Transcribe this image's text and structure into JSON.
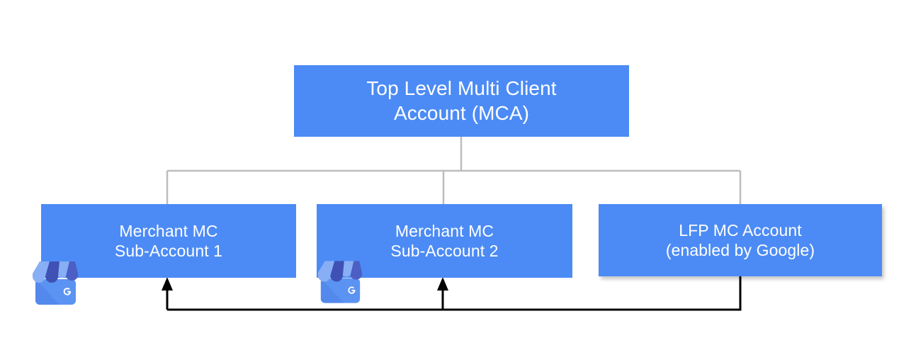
{
  "diagram": {
    "title": "Google Merchant Center account hierarchy",
    "background_color": "#ffffff",
    "node_fill_color": "#4c8bf5",
    "node_text_color": "#ffffff",
    "tree_connector_color": "#bdbdbd",
    "feedback_arrow_color": "#000000",
    "nodes": {
      "top": {
        "label": "Top Level Multi Client\nAccount (MCA)",
        "line1": "Top Level Multi Client",
        "line2": "Account (MCA)"
      },
      "sub1": {
        "label": "Merchant MC\nSub-Account 1",
        "line1": "Merchant MC",
        "line2": "Sub-Account 1"
      },
      "sub2": {
        "label": "Merchant MC\nSub-Account 2",
        "line1": "Merchant MC",
        "line2": "Sub-Account 2"
      },
      "lfp": {
        "label": "LFP MC Account\n(enabled by Google)",
        "line1": "LFP MC Account",
        "line2": "(enabled by Google)"
      }
    },
    "icons": {
      "gbp_1": "google-business-profile-storefront-icon",
      "gbp_2": "google-business-profile-storefront-icon"
    }
  }
}
